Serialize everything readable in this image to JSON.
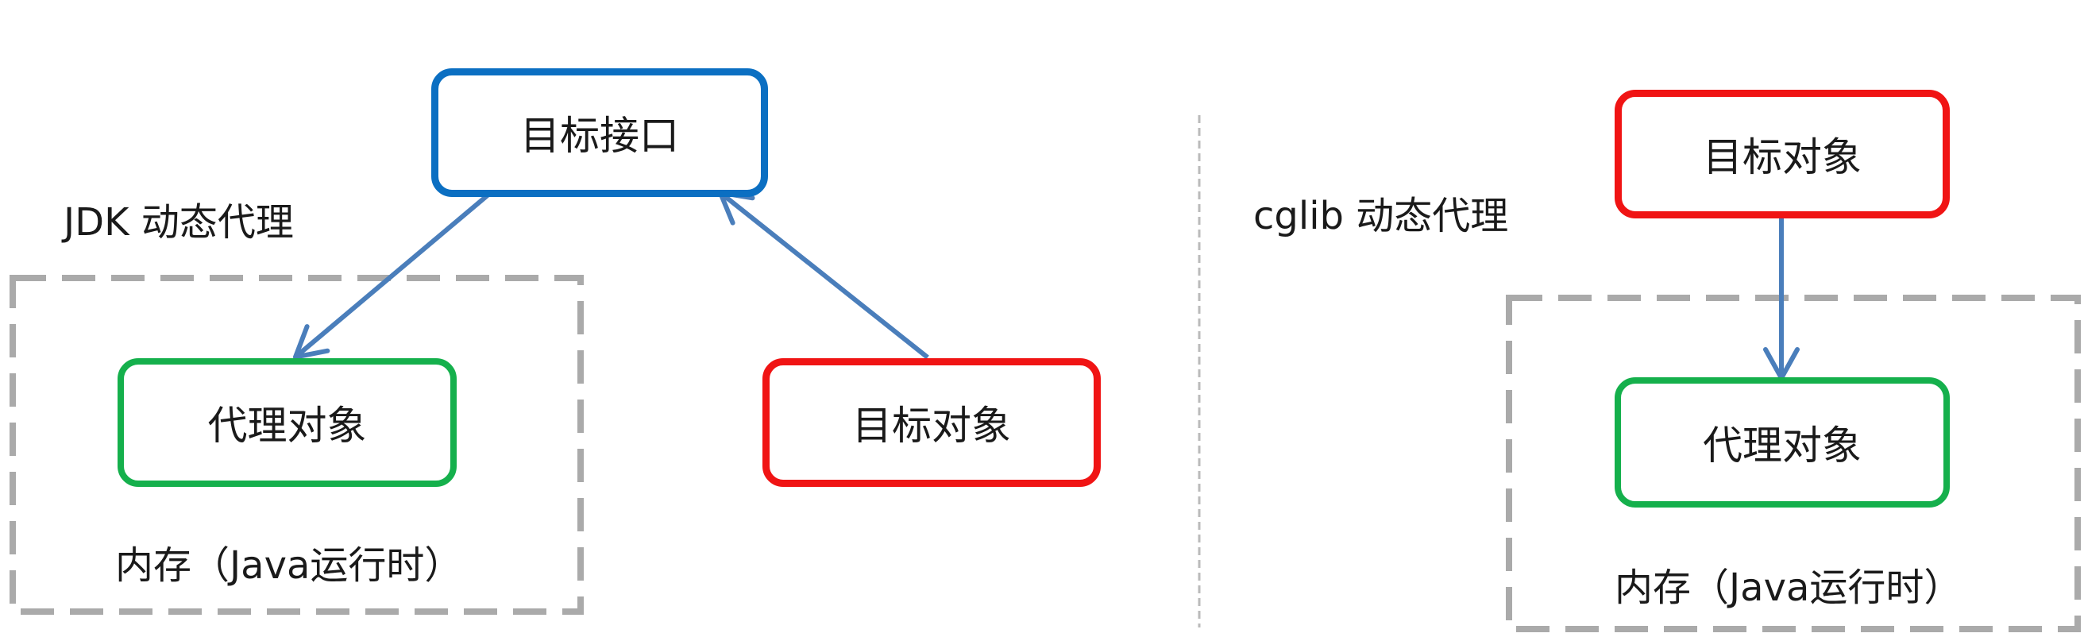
{
  "jdk": {
    "title": "JDK 动态代理",
    "interface_box": "目标接口",
    "proxy_box": "代理对象",
    "target_box": "目标对象",
    "memory_label": "内存（Java运行时）"
  },
  "cglib": {
    "title": "cglib 动态代理",
    "target_box": "目标对象",
    "proxy_box": "代理对象",
    "memory_label": "内存（Java运行时）"
  },
  "colors": {
    "interface_border": "#0b6fc2",
    "target_border": "#f01414",
    "proxy_border": "#15b04c",
    "arrow": "#4a7ebb",
    "memory_dash": "#aaaaaa",
    "separator": "#bbbbbb"
  }
}
